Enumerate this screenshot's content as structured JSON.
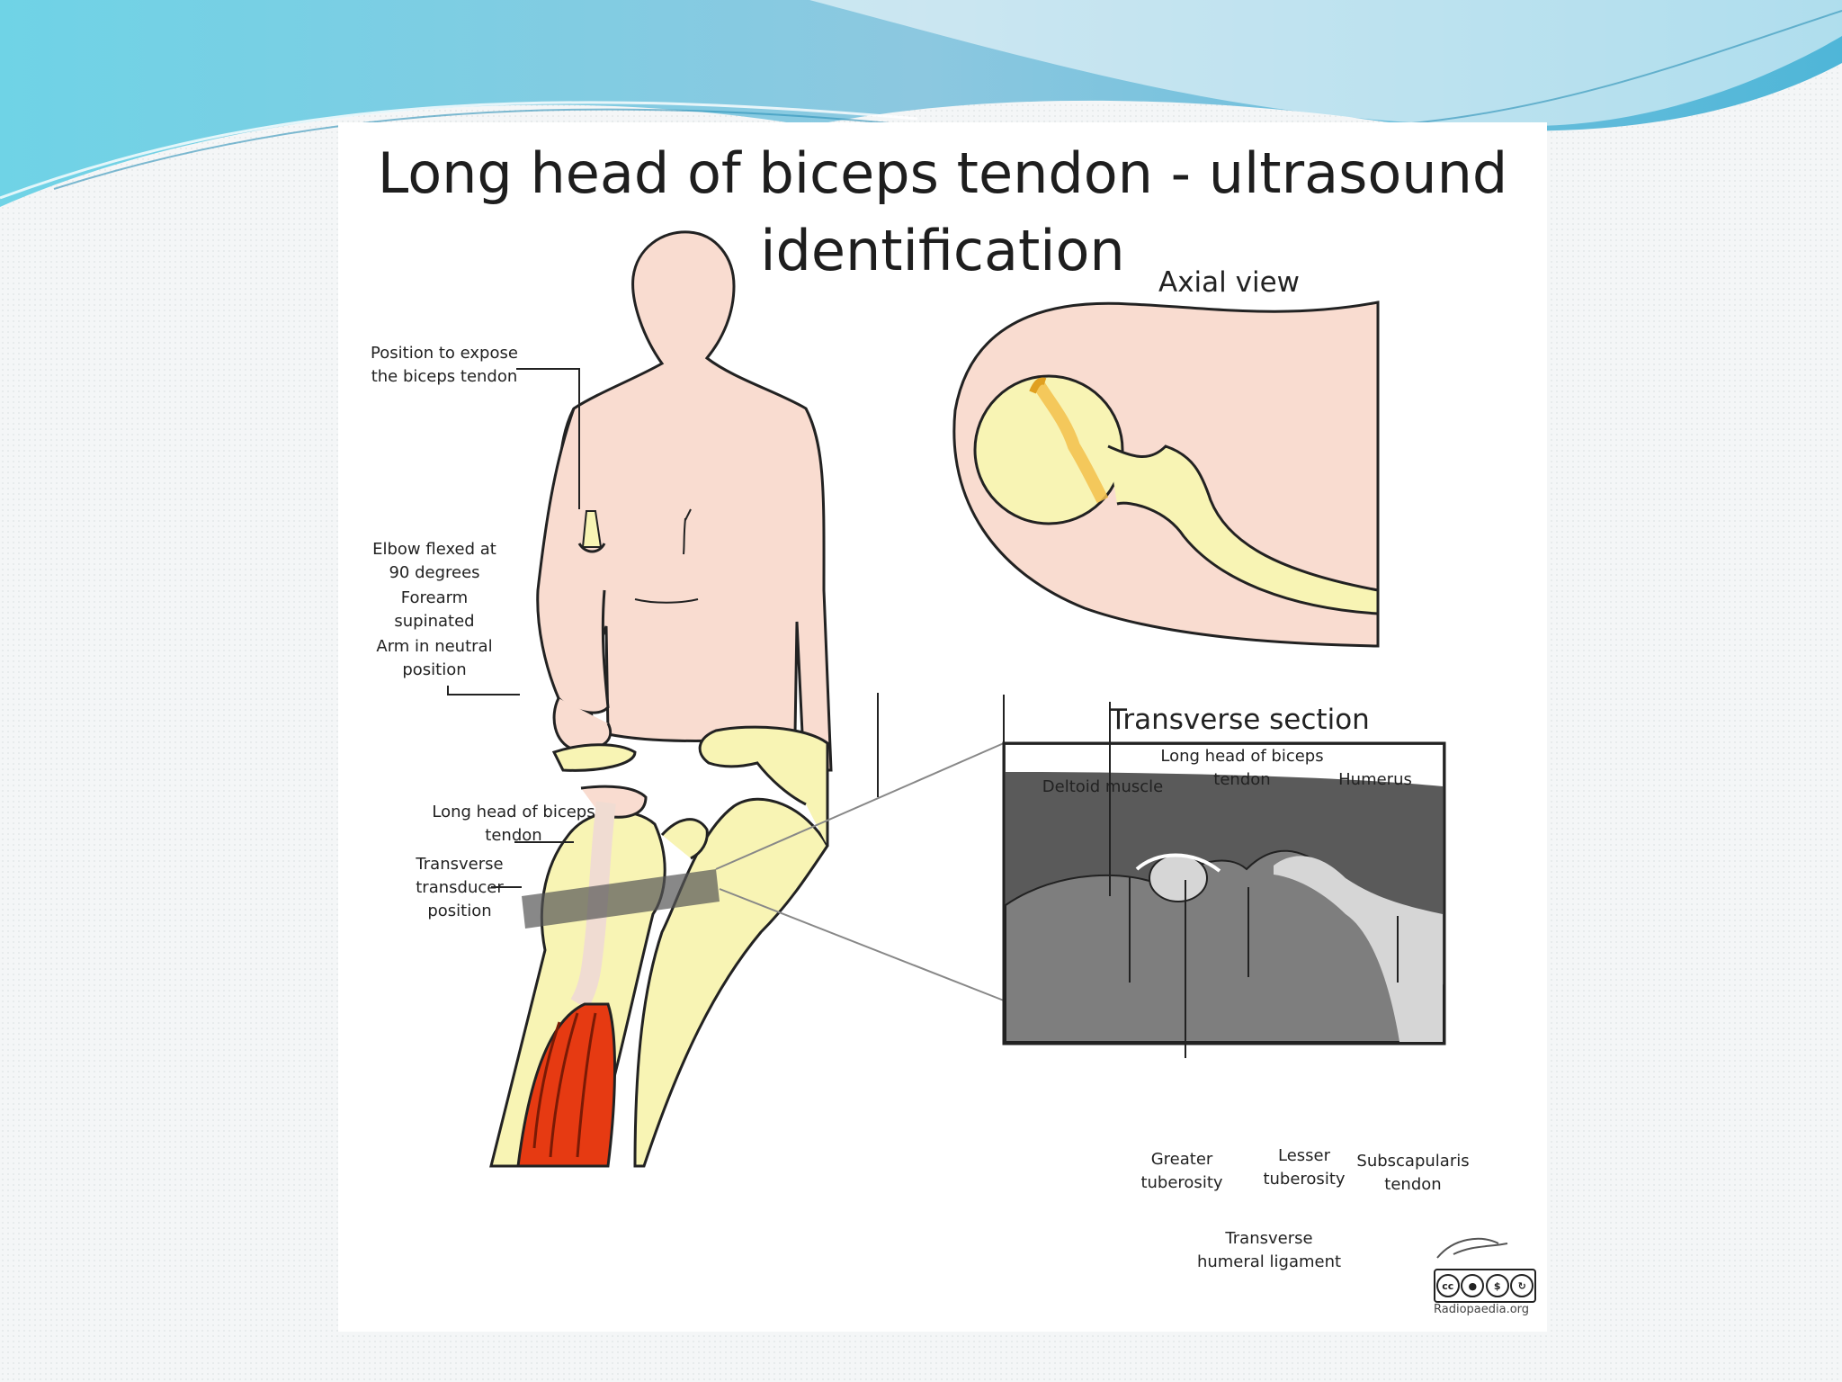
{
  "slide": {
    "title_line1": "Long head of biceps tendon - ultrasound",
    "title_line2": "identification"
  },
  "body_figure": {
    "position_label": "Position to expose the biceps tendon",
    "positioning_notes": [
      "Elbow flexed at",
      "90 degrees",
      "Forearm",
      "supinated",
      "Arm in neutral",
      "position"
    ]
  },
  "axial_view": {
    "heading": "Axial view"
  },
  "shoulder_figure": {
    "tendon_label": "Long head of biceps tendon",
    "transducer_label": "Transverse transducer position"
  },
  "transverse_section": {
    "heading": "Transverse section",
    "labels": {
      "long_head": "Long head of biceps tendon",
      "deltoid": "Deltoid muscle",
      "humerus": "Humerus",
      "greater_tuberosity": "Greater tuberosity",
      "lesser_tuberosity": "Lesser tuberosity",
      "subscapularis": "Subscapularis tendon",
      "transverse_ligament": "Transverse humeral ligament"
    }
  },
  "license": {
    "badge": "cc by nc sa",
    "source": "Radiopaedia.org"
  },
  "colors": {
    "skin": "#f9dcd0",
    "bone": "#f8f4b4",
    "tendon_highlight": "#f3c04b",
    "muscle": "#e63a12",
    "ultrasound_dark": "#5a5a5a",
    "ultrasound_mid": "#7e7e7e",
    "ultrasound_light": "#d6d6d6",
    "header_blue": "#5cc6de"
  }
}
